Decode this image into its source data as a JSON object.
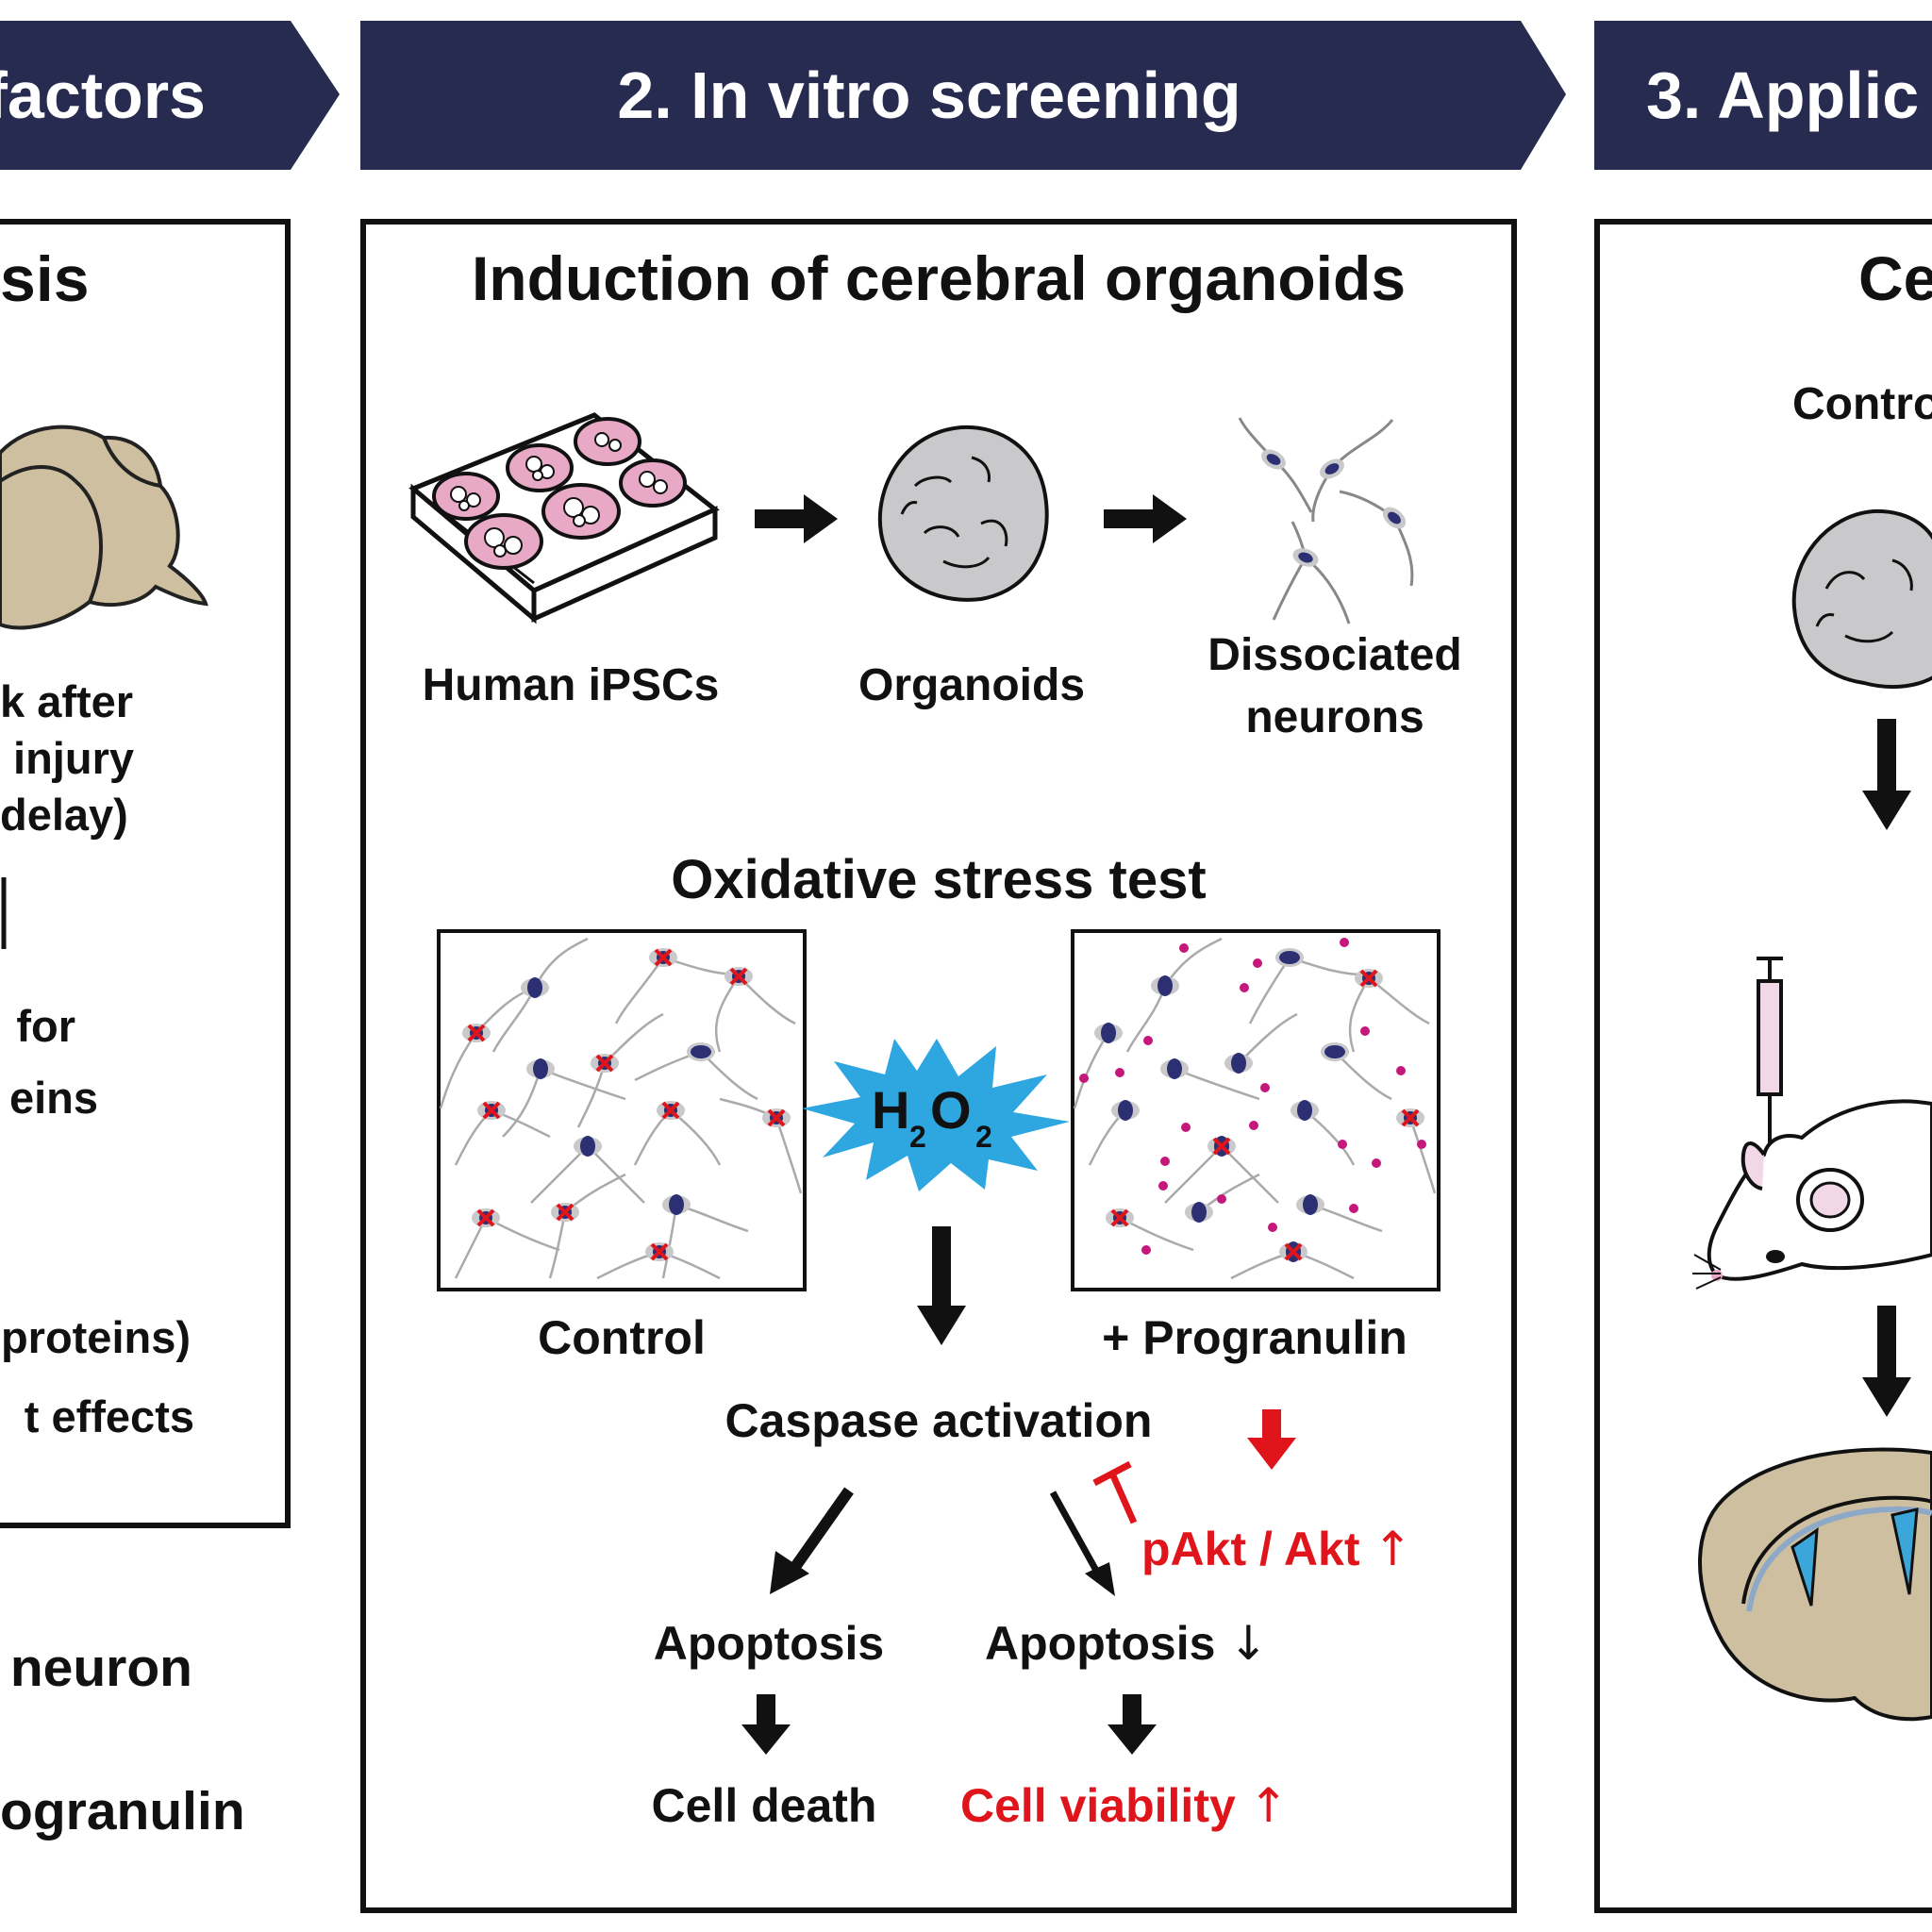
{
  "banners": {
    "left": "factors",
    "middle": "2. In vitro screening",
    "right": "3. Applic"
  },
  "left_panel": {
    "title": "sis",
    "lines": [
      "k after",
      "injury",
      "delay)",
      "for",
      "eins",
      "proteins)",
      "t effects"
    ]
  },
  "left_footer": {
    "line1": "neuron",
    "line2": "ogranulin"
  },
  "middle_panel": {
    "title": "Induction of cerebral organoids",
    "step_labels": {
      "ipsc": "Human iPSCs",
      "organoids": "Organoids",
      "neurons_line1": "Dissociated",
      "neurons_line2": "neurons"
    },
    "stress_title": "Oxidative stress test",
    "stressor": {
      "h": "H",
      "sub2a": "2",
      "o": "O",
      "sub2b": "2"
    },
    "condition_labels": {
      "control": "Control",
      "treated": "+ Progranulin"
    },
    "caspase": "Caspase activation",
    "pakt": "pAkt / Akt",
    "up_arrow": "↑",
    "down_arrow": "↓",
    "apoptosis_left": "Apoptosis",
    "apoptosis_right": "Apoptosis",
    "cell_death": "Cell death",
    "cell_viability": "Cell viability"
  },
  "right_panel": {
    "title": "Ce",
    "control_label": "Contro"
  },
  "colors": {
    "banner": "#272b4f",
    "red": "#e0151b",
    "brain_tan": "#cdbfa0",
    "organoid_gray": "#c9c9cb",
    "nucleus_navy": "#2c2f72",
    "splash_blue": "#2ea6e0",
    "dish_pink": "#e7a9c6",
    "magenta_dot": "#c4197a",
    "ventricle_blue": "#3aa6da"
  }
}
